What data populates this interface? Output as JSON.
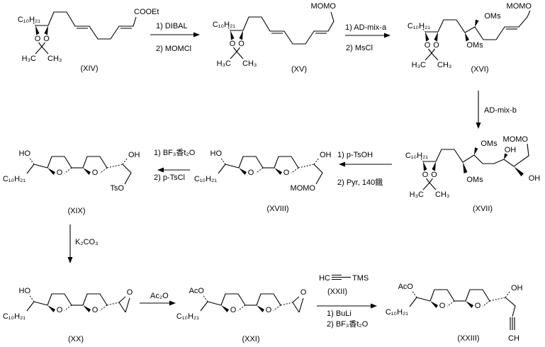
{
  "scheme": {
    "compounds": {
      "xiv": {
        "label": "(XIV)",
        "alkyl": "C₁₀H₂₁",
        "end_group": "COOEt",
        "o_left": "O",
        "o_right": "O",
        "methyl_left": "H₃C",
        "methyl_right": "CH₃"
      },
      "xv": {
        "label": "(XV)",
        "alkyl": "C₁₀H₂₁",
        "end_group": "MOMO",
        "o_left": "O",
        "o_right": "O",
        "methyl_left": "H₃C",
        "methyl_right": "CH₃"
      },
      "xvi": {
        "label": "(XVI)",
        "alkyl": "C₁₀H₂₁",
        "oms_top": "OMs",
        "oms_bottom": "OMs",
        "end_group": "MOMO",
        "o_left": "O",
        "o_right": "O",
        "methyl_left": "H₃C",
        "methyl_right": "CH₃"
      },
      "xvii": {
        "label": "(XVII)",
        "alkyl": "C₁₀H₂₁",
        "oms_top": "OMs",
        "oms_bottom": "OMs",
        "oh_top": "OH",
        "oh_right": "OH",
        "end_group": "MOMO",
        "o_left": "O",
        "o_right": "O",
        "methyl_left": "H₃C",
        "methyl_right": "CH₃"
      },
      "xviii": {
        "label": "(XVIII)",
        "ho_left": "HO",
        "alkyl": "C₁₀H₂₁",
        "ring_o1": "O",
        "ring_o2": "O",
        "oh_right": "OH",
        "end_group": "MOMO"
      },
      "xix": {
        "label": "(XIX)",
        "ho_left": "HO",
        "alkyl": "C₁₀H₂₁",
        "ring_o1": "O",
        "ring_o2": "O",
        "oh_right": "OH",
        "end_group": "TsO"
      },
      "xx": {
        "label": "(XX)",
        "ho_left": "HO",
        "alkyl": "C₁₀H₂₁",
        "ring_o1": "O",
        "ring_o2": "O",
        "epoxide_o": "O"
      },
      "xxi": {
        "label": "(XXI)",
        "aco_left": "AcO",
        "alkyl": "C₁₀H₂₁",
        "ring_o1": "O",
        "ring_o2": "O",
        "epoxide_o": "O"
      },
      "xxiii": {
        "label": "(XXIII)",
        "aco_left": "AcO",
        "alkyl": "C₁₀H₂₁",
        "ring_o1": "O",
        "ring_o2": "O",
        "oh_right": "OH",
        "end_group": "CH"
      }
    },
    "arrows": {
      "a1": {
        "top": "1) DIBAL",
        "bottom": "2) MOMCl"
      },
      "a2": {
        "top": "1) AD-mix-a",
        "bottom": "2) MsCl"
      },
      "a3": {
        "label": "AD-mix-b"
      },
      "a4": {
        "top": "1) p-TsOH",
        "bottom": "2) Pyr, 140鋨"
      },
      "a5": {
        "top": "1) BF₃香t₂O",
        "bottom": "2) p-TsCl"
      },
      "a6": {
        "label": "K₂CO₃"
      },
      "a7": {
        "label": "Ac₂O"
      },
      "a8": {
        "alkyne_h": "HC",
        "alkyne_tms": "TMS",
        "alkyne_id": "(XXII)",
        "step1": "1) BuLi",
        "step2": "2) BF₃香t₂O"
      }
    }
  }
}
